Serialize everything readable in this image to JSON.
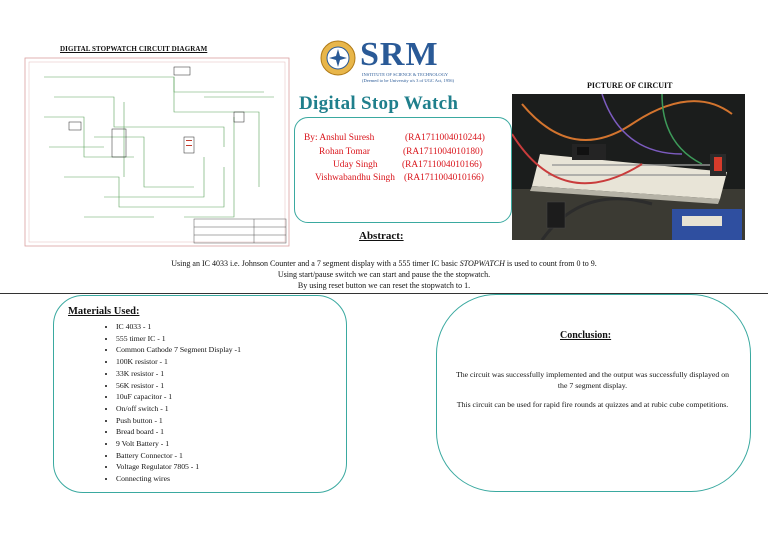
{
  "diagram": {
    "title": "DIGITAL STOPWATCH CIRCUIT DIAGRAM"
  },
  "logo": {
    "name": "SRM",
    "subtitle_line1": "INSTITUTE OF SCIENCE & TECHNOLOGY",
    "subtitle_line2": "(Deemed to be University u/s 3 of UGC Act, 1956)"
  },
  "title": "Digital Stop Watch",
  "authors": [
    {
      "name": "By: Anshul Suresh",
      "id": "(RA1711004010244)"
    },
    {
      "name": "Rohan Tomar",
      "id": "(RA1711004010180)"
    },
    {
      "name": "Uday Singh",
      "id": "(RA1711004010166)"
    },
    {
      "name": "Vishwabandhu Singh",
      "id": "(RA1711004010166)"
    }
  ],
  "photo": {
    "title": "PICTURE OF CIRCUIT"
  },
  "abstract": {
    "heading": "Abstract:",
    "line1_pre": "Using an IC 4033 i.e. Johnson Counter and a 7 segment display with a 555 timer IC basic ",
    "line1_em": "STOPWATCH",
    "line1_post": " is used to count from 0 to 9.",
    "line2": "Using start/pause switch we can start and pause the the stopwatch.",
    "line3": "By using reset button we can reset the stopwatch to 1."
  },
  "materials": {
    "heading": "Materials Used:",
    "items": [
      "IC 4033 - 1",
      "555 timer IC - 1",
      "Common Cathode 7 Segment Display -1",
      "100K resistor - 1",
      "33K resistor - 1",
      "56K resistor - 1",
      "10uF capacitor - 1",
      "On/off switch - 1",
      "Push button  - 1",
      "Bread board - 1",
      "9 Volt Battery - 1",
      "Battery Connector - 1",
      "Voltage Regulator 7805 - 1",
      "Connecting wires"
    ]
  },
  "conclusion": {
    "heading": "Conclusion:",
    "para1": "The circuit was successfully implemented and the output was successfully displayed on the 7 segment display.",
    "para2": "This circuit can be used for rapid fire rounds at quizzes and at rubic cube competitions."
  }
}
